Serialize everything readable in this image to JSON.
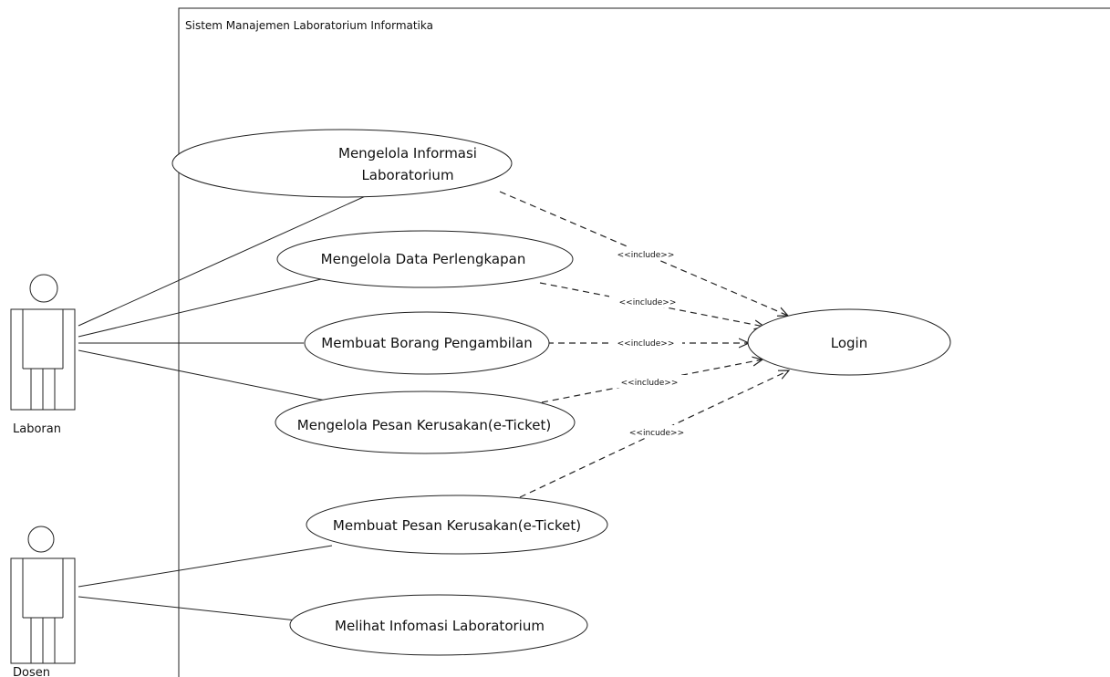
{
  "system": {
    "title": "Sistem Manajemen Laboratorium Informatika"
  },
  "actors": {
    "laboran": "Laboran",
    "dosen": "Dosen"
  },
  "use_cases": {
    "mengelola_informasi_line1": "Mengelola Informasi",
    "mengelola_informasi_line2": "Laboratorium",
    "mengelola_data": "Mengelola Data Perlengkapan",
    "membuat_borang": "Membuat Borang Pengambilan",
    "mengelola_pesan": "Mengelola  Pesan Kerusakan(e-Ticket)",
    "membuat_pesan": "Membuat Pesan Kerusakan(e-Ticket)",
    "melihat_informasi": "Melihat Infomasi Laboratorium",
    "login": "Login"
  },
  "relations": {
    "include_1": "<<include>>",
    "include_2": "<<include>>",
    "include_3": "<<include>>",
    "include_4": "<<include>>",
    "include_5": "<<incude>>"
  },
  "colors": {
    "stroke": "#222222",
    "background": "#ffffff",
    "text": "#111111"
  }
}
